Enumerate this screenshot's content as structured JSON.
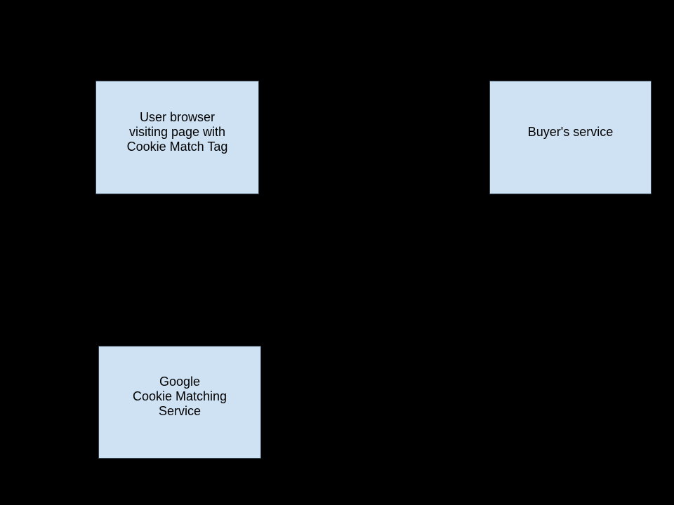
{
  "diagram": {
    "colors": {
      "background": "#000000",
      "node_fill": "#cfe2f3",
      "node_border": "#33414e",
      "node_text": "#000000"
    },
    "nodes": [
      {
        "id": "user-browser",
        "lines": [
          "User browser",
          "visiting page with",
          "Cookie Match Tag"
        ]
      },
      {
        "id": "buyers-service",
        "lines": [
          "Buyer's service"
        ]
      },
      {
        "id": "google-cookie-matching-service",
        "lines": [
          "Google",
          "Cookie Matching",
          "Service"
        ]
      }
    ]
  }
}
